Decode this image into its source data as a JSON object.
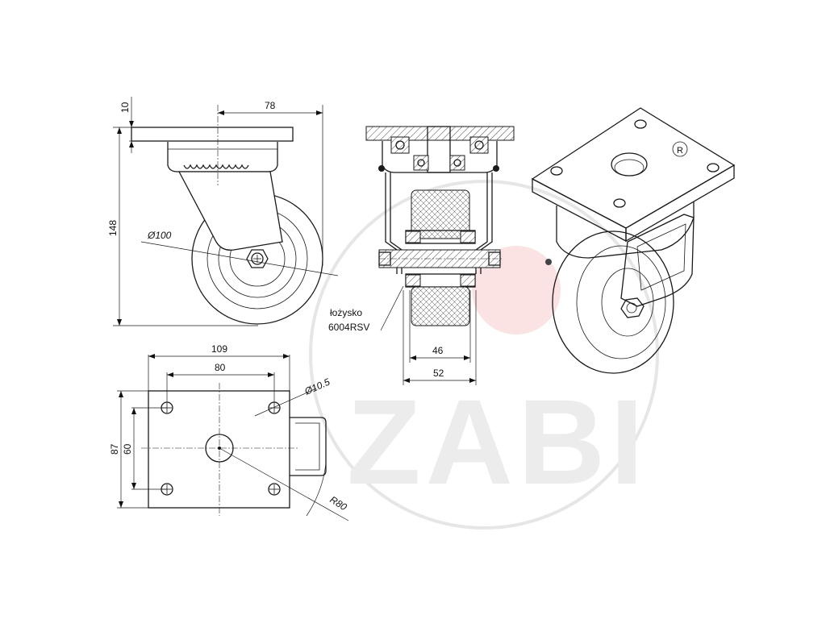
{
  "dimensions": {
    "plate_thickness": "10",
    "offset": "78",
    "height": "148",
    "wheel_diameter": "Ø100",
    "plate_width": "109",
    "hole_spacing_x": "80",
    "hole_diameter": "Ø10.5",
    "plate_depth": "87",
    "hole_spacing_y": "60",
    "swivel_radius": "R80",
    "wheel_width": "46",
    "fork_width": "52"
  },
  "labels": {
    "bearing_line1": "łożysko",
    "bearing_line2": "6004RSV",
    "registered_mark": "R"
  },
  "watermark": {
    "text": "ZABI"
  }
}
